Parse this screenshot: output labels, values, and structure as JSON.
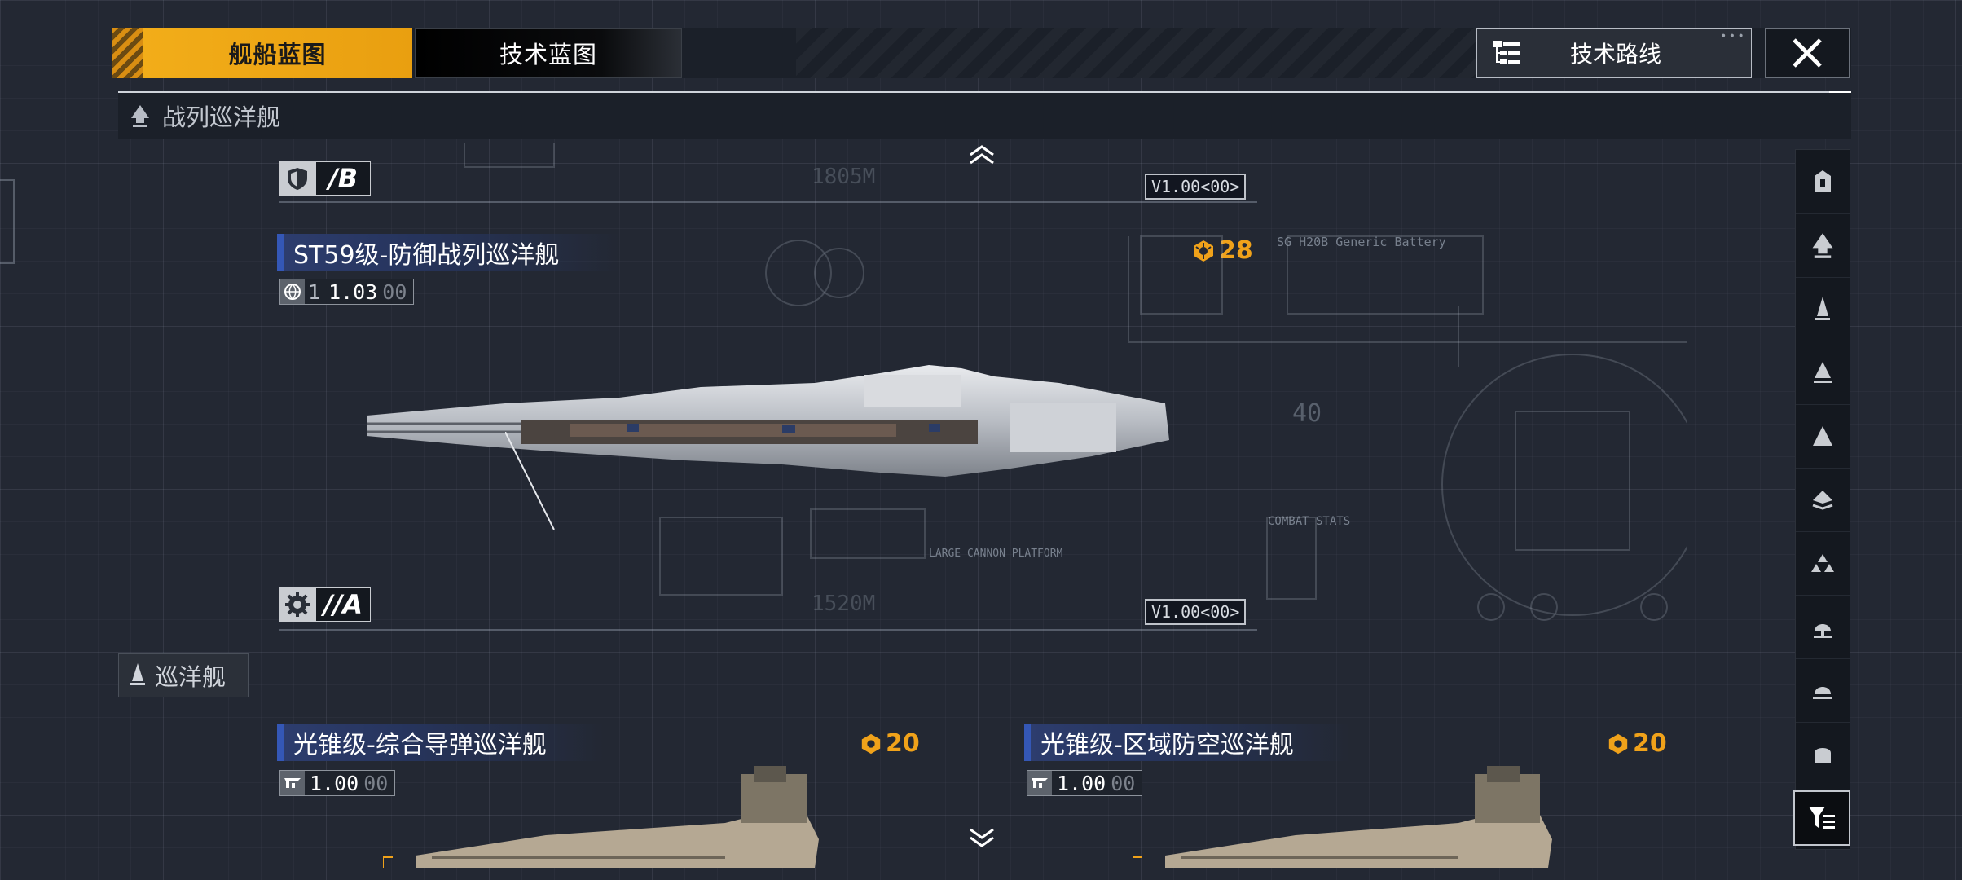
{
  "tabs": [
    {
      "label": "舰船蓝图",
      "active": true
    },
    {
      "label": "技术蓝图",
      "active": false
    }
  ],
  "route_button": {
    "label": "技术路线"
  },
  "section": {
    "title": "战列巡洋舰"
  },
  "subsection": {
    "title": "巡洋舰"
  },
  "top_partial_card": {
    "grade": "/B",
    "version_tag": "V1.00<00>",
    "blueprint_text": "1805M"
  },
  "main_card": {
    "title": "ST59级-防御战列巡洋舰",
    "version_main": "1.03",
    "version_sub": "00",
    "version_prefix": "1",
    "cost": "28",
    "grade": "//A",
    "version_tag": "V1.00<00>",
    "blueprint_text": "1520M",
    "blueprint_label_1": "SG H20B Generic Battery",
    "blueprint_label_2": "LARGE CANNON PLATFORM",
    "blueprint_label_3": "COMBAT STATS",
    "blueprint_num": "40"
  },
  "cards": [
    {
      "title": "光锥级-综合导弹巡洋舰",
      "version_main": "1.00",
      "version_sub": "00",
      "cost": "20"
    },
    {
      "title": "光锥级-区域防空巡洋舰",
      "version_main": "1.00",
      "version_sub": "00",
      "cost": "20"
    }
  ],
  "colors": {
    "accent": "#f2ad19",
    "cost": "#f0a21a",
    "title_bar": "#3457b6",
    "background": "#232833"
  },
  "filter_icons": [
    "carrier-icon",
    "battlecruiser-icon",
    "cruiser-icon",
    "destroyer-icon",
    "frigate-icon",
    "corvette-icon",
    "fighter-icon",
    "support-icon",
    "auxiliary-icon",
    "base-icon",
    "filter-list-icon"
  ]
}
